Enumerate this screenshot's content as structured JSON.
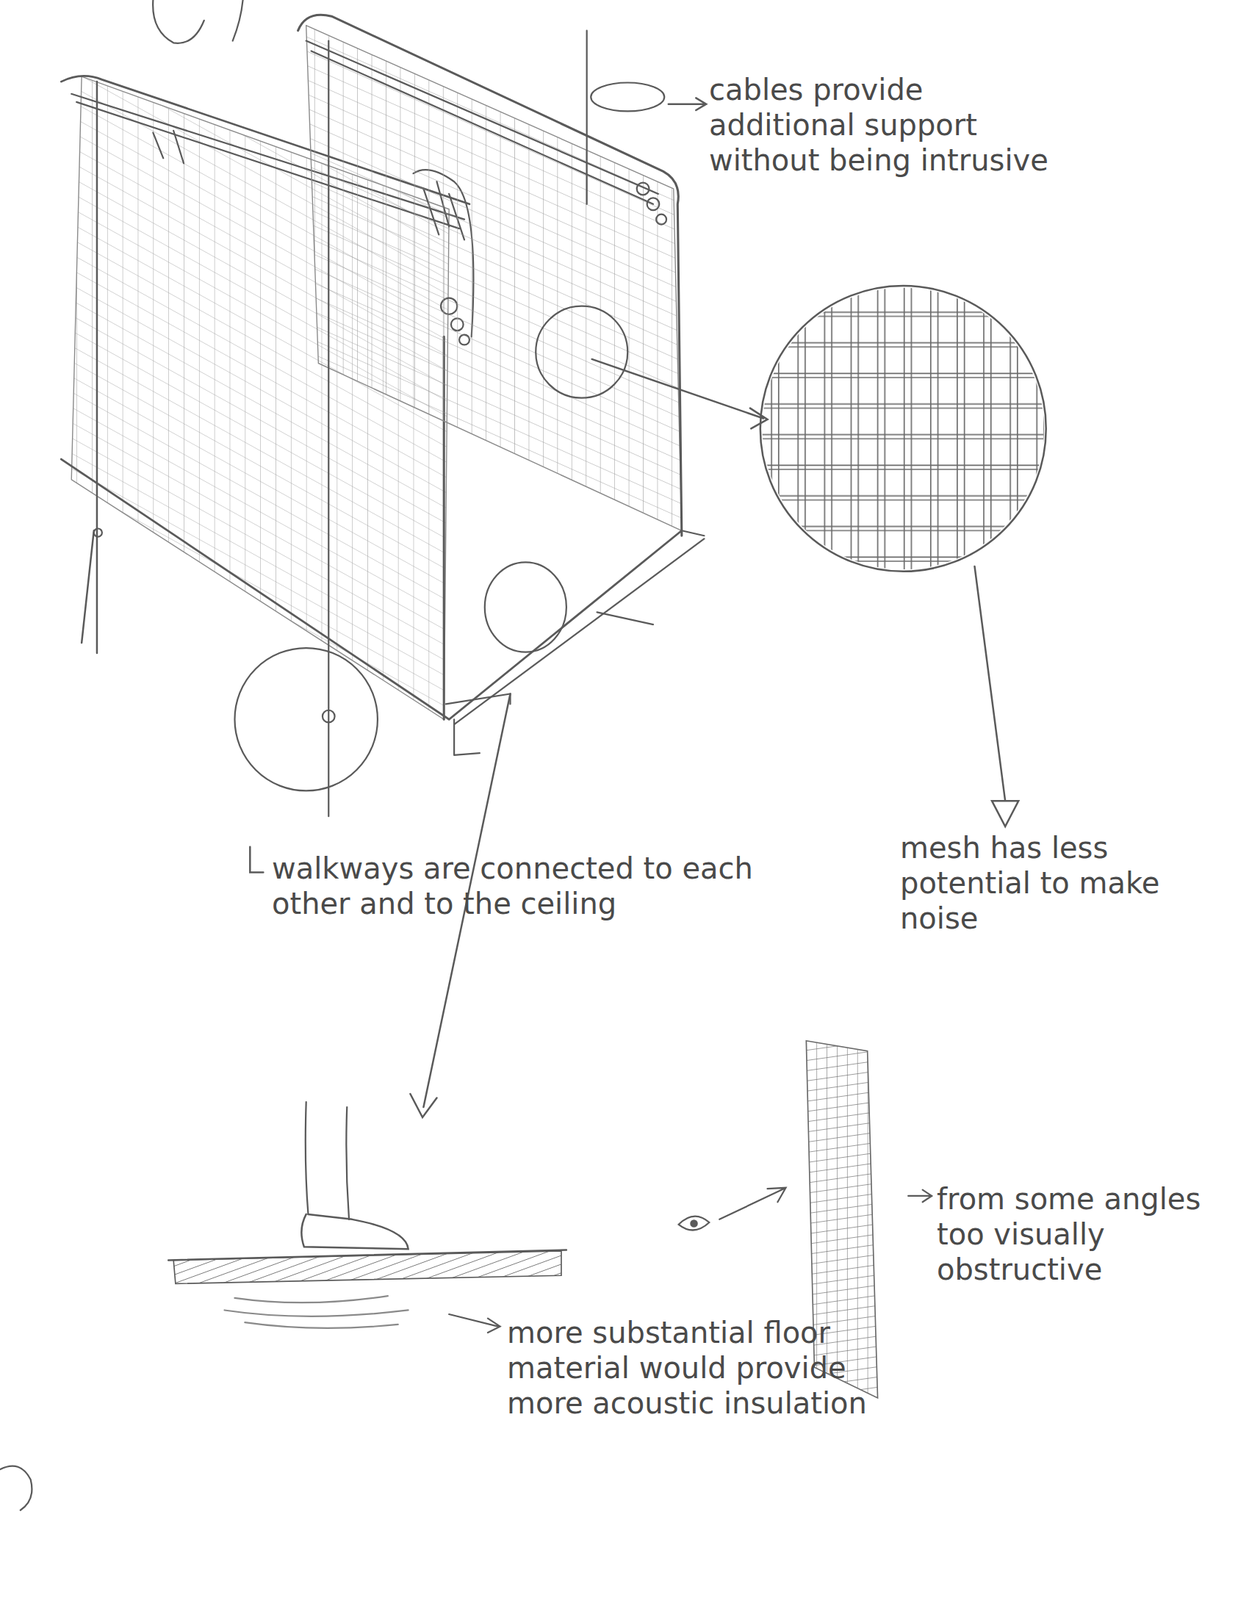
{
  "diagram": {
    "labels": [
      "cables provide additional support without being intrusive",
      "walkways are connected to each other and to the ceiling",
      "mesh has less potential to make noise",
      "more substantial floor material would provide more acoustic insulation",
      "from some angles too visually obstructive"
    ]
  }
}
